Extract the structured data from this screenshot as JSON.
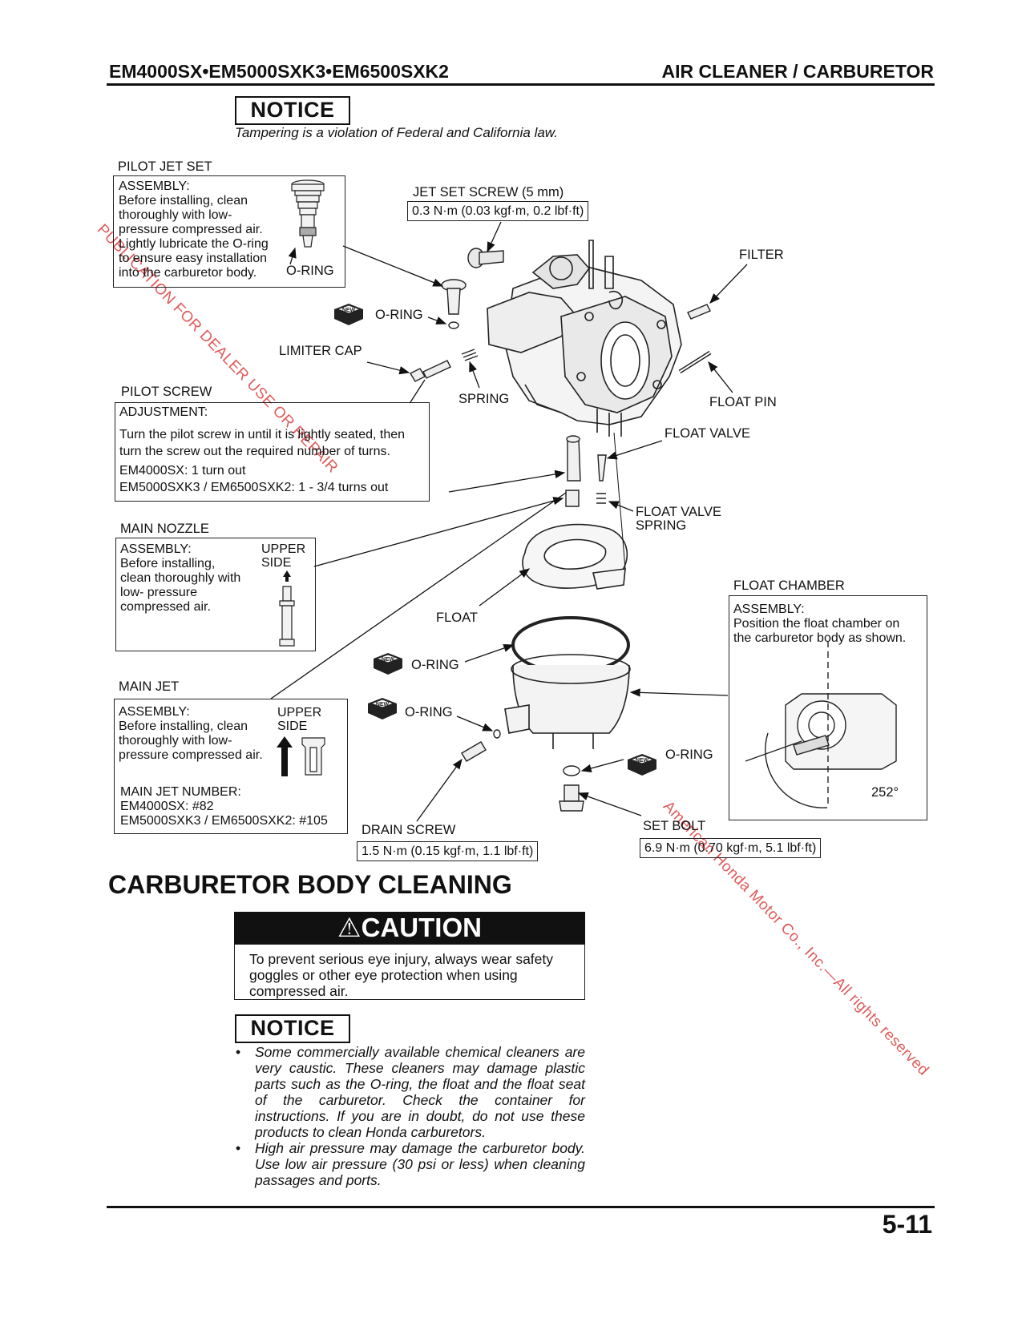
{
  "header": {
    "model": "EM4000SX•EM5000SXK3•EM6500SXK2",
    "section": "AIR CLEANER / CARBURETOR"
  },
  "notice1": {
    "title": "NOTICE",
    "text": "Tampering is a violation of Federal and California law."
  },
  "labels": {
    "pilot_jet_set": "PILOT JET SET",
    "jet_set_screw": "JET SET SCREW (5 mm)",
    "filter": "FILTER",
    "o_ring": "O-RING",
    "limiter_cap": "LIMITER CAP",
    "pilot_screw": "PILOT SCREW",
    "spring": "SPRING",
    "float_pin": "FLOAT PIN",
    "float_valve": "FLOAT VALVE",
    "float_valve_spring_1": "FLOAT VALVE",
    "float_valve_spring_2": "SPRING",
    "main_nozzle": "MAIN NOZZLE",
    "float_chamber": "FLOAT CHAMBER",
    "float": "FLOAT",
    "main_jet": "MAIN JET",
    "drain_screw": "DRAIN SCREW",
    "set_bolt": "SET BOLT",
    "upper_side_1": "UPPER",
    "upper_side_2": "SIDE",
    "angle": "252°"
  },
  "torques": {
    "jet_set_screw": "0.3 N·m (0.03 kgf·m, 0.2 lbf·ft)",
    "drain_screw": "1.5 N·m (0.15 kgf·m, 1.1 lbf·ft)",
    "set_bolt": "6.9 N·m (0.70 kgf·m, 5.1 lbf·ft)"
  },
  "boxes": {
    "pilot_jet": "ASSEMBLY:\nBefore installing, clean\nthoroughly with low-\npressure compressed air.\nLightly lubricate the O-ring\nto ensure easy installation\ninto the carburetor body.",
    "pilot_screw_title": "ADJUSTMENT:",
    "pilot_screw_text": "Turn the pilot screw in until it is lightly seated, then\nturn the screw out the required number of turns.",
    "pilot_screw_spec1": "EM4000SX: 1 turn out",
    "pilot_screw_spec2": "EM5000SXK3 / EM6500SXK2: 1 - 3/4 turns out",
    "main_nozzle": "ASSEMBLY:\nBefore installing,\nclean thoroughly with\nlow- pressure\ncompressed air.",
    "main_jet": "ASSEMBLY:\nBefore installing, clean\nthoroughly with low-\npressure compressed air.",
    "main_jet_number": "MAIN JET NUMBER:\nEM4000SX: #82\nEM5000SXK3 / EM6500SXK2: #105",
    "float_chamber": "ASSEMBLY:\nPosition the float chamber on\nthe carburetor body as shown."
  },
  "new_badge": "NEW",
  "watermark": {
    "left": "PUBLICATION FOR DEALER USE OR REPAIR",
    "right": "American Honda Motor Co., Inc.—All rights reserved"
  },
  "cleaning": {
    "title": "CARBURETOR BODY CLEANING",
    "caution_title": "⚠CAUTION",
    "caution_text": "To prevent serious eye injury, always wear safety goggles or other eye protection when using compressed air.",
    "notice_title": "NOTICE",
    "notice_items": [
      "Some commercially available chemical cleaners are very caustic. These cleaners may damage plastic parts such as the O-ring, the float and the float seat of the carburetor. Check the container for instructions. If you are in doubt, do not use these products to clean Honda carburetors.",
      "High air pressure may damage the carburetor body. Use low air pressure (30 psi or less) when cleaning passages and ports."
    ],
    "bullet": "•"
  },
  "page_number": "5-11"
}
